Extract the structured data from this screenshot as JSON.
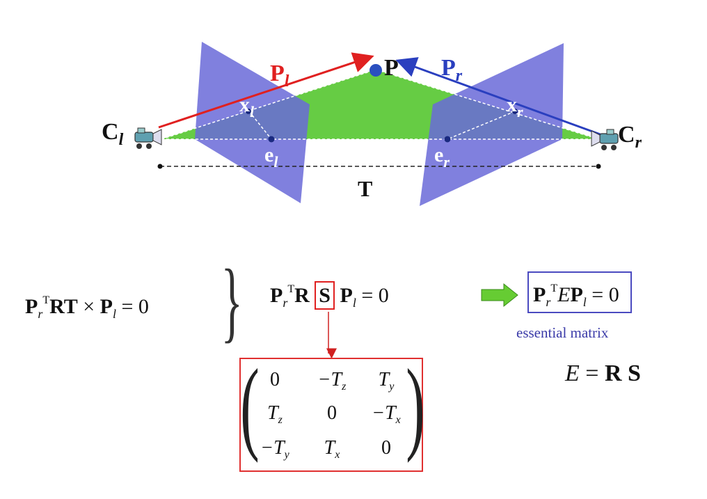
{
  "diagram": {
    "point_label": "P",
    "left_ray_label": "P",
    "left_ray_sub": "l",
    "right_ray_label": "P",
    "right_ray_sub": "r",
    "left_image_point": "x",
    "left_image_point_sub": "l",
    "right_image_point": "x",
    "right_image_point_sub": "r",
    "left_epipole": "e",
    "left_epipole_sub": "l",
    "right_epipole": "e",
    "right_epipole_sub": "r",
    "left_camera": "C",
    "left_camera_sub": "l",
    "right_camera": "C",
    "right_camera_sub": "r",
    "baseline_label": "T",
    "colors": {
      "plane": "#6a6ad8",
      "triangle": "#66cc44",
      "left_ray": "#e02020",
      "right_ray": "#2a3fbf",
      "point": "#2a4fbf"
    }
  },
  "equations": {
    "eq1": {
      "a": "P",
      "a_sub": "r",
      "a_sup": "T",
      "b": "RT",
      "op": "×",
      "c": "P",
      "c_sub": "l",
      "rhs": "= 0"
    },
    "eq2": {
      "a": "P",
      "a_sub": "r",
      "a_sup": "T",
      "b": "R",
      "s": "S",
      "c": "P",
      "c_sub": "l",
      "rhs": "= 0"
    },
    "eq3": {
      "a": "P",
      "a_sub": "r",
      "a_sup": "T",
      "e": "E",
      "c": "P",
      "c_sub": "l",
      "rhs": "= 0"
    },
    "caption": "essential matrix",
    "definition": {
      "lhs": "E",
      "eq": "=",
      "r": "R",
      "s": "S"
    }
  },
  "matrix": {
    "rows": [
      [
        {
          "v": "0",
          "s": ""
        },
        {
          "v": "−T",
          "s": "z"
        },
        {
          "v": "T",
          "s": "y"
        }
      ],
      [
        {
          "v": "T",
          "s": "z"
        },
        {
          "v": "0",
          "s": ""
        },
        {
          "v": "−T",
          "s": "x"
        }
      ],
      [
        {
          "v": "−T",
          "s": "y"
        },
        {
          "v": "T",
          "s": "x"
        },
        {
          "v": "0",
          "s": ""
        }
      ]
    ]
  }
}
